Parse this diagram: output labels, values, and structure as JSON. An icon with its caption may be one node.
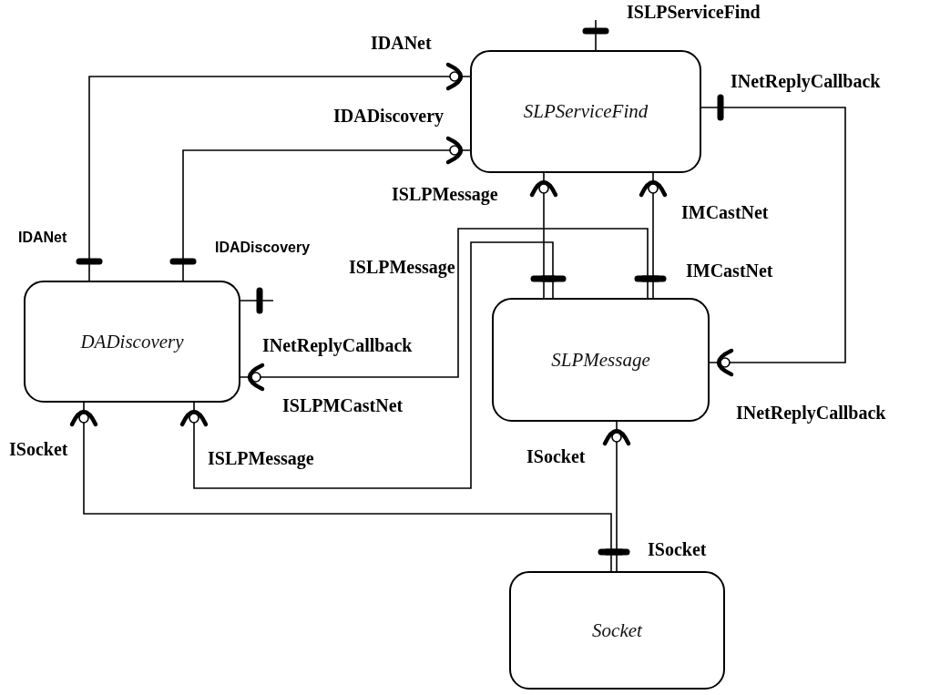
{
  "diagram": {
    "nodes": [
      {
        "text": [
          "SLPServiceFind"
        ]
      },
      {
        "text": [
          "DADiscovery"
        ]
      },
      {
        "text": [
          "SLPMessage"
        ]
      },
      {
        "text": [
          "Socket"
        ]
      }
    ],
    "edges": [
      {
        "from": 1,
        "to": 0,
        "arrow": "other"
      },
      {
        "from": 1,
        "to": 0,
        "arrow": "other"
      },
      {
        "from": 0,
        "to": null,
        "arrow": "other"
      },
      {
        "from": 0,
        "to": 2,
        "arrow": "other"
      },
      {
        "from": 2,
        "to": 0,
        "arrow": "other"
      },
      {
        "from": 2,
        "to": 1,
        "arrow": "other"
      },
      {
        "from": 2,
        "to": 0,
        "arrow": "other"
      },
      {
        "from": 2,
        "to": 1,
        "arrow": "other"
      },
      {
        "from": 3,
        "to": 2,
        "arrow": "other"
      },
      {
        "from": 3,
        "to": 1,
        "arrow": "other"
      },
      {
        "from": 1,
        "to": null,
        "arrow": "other"
      }
    ],
    "labels": [
      "ISLPServiceFind",
      "IDANet",
      "INetReplyCallback",
      "IDADiscovery",
      "ISLPMessage",
      "IMCastNet",
      "IDANet",
      "IDADiscovery",
      "ISLPMessage",
      "IMCastNet",
      "INetReplyCallback",
      "ISLPMCastNet",
      "INetReplyCallback",
      "ISocket",
      "ISLPMessage",
      "ISocket",
      "ISocket"
    ]
  }
}
